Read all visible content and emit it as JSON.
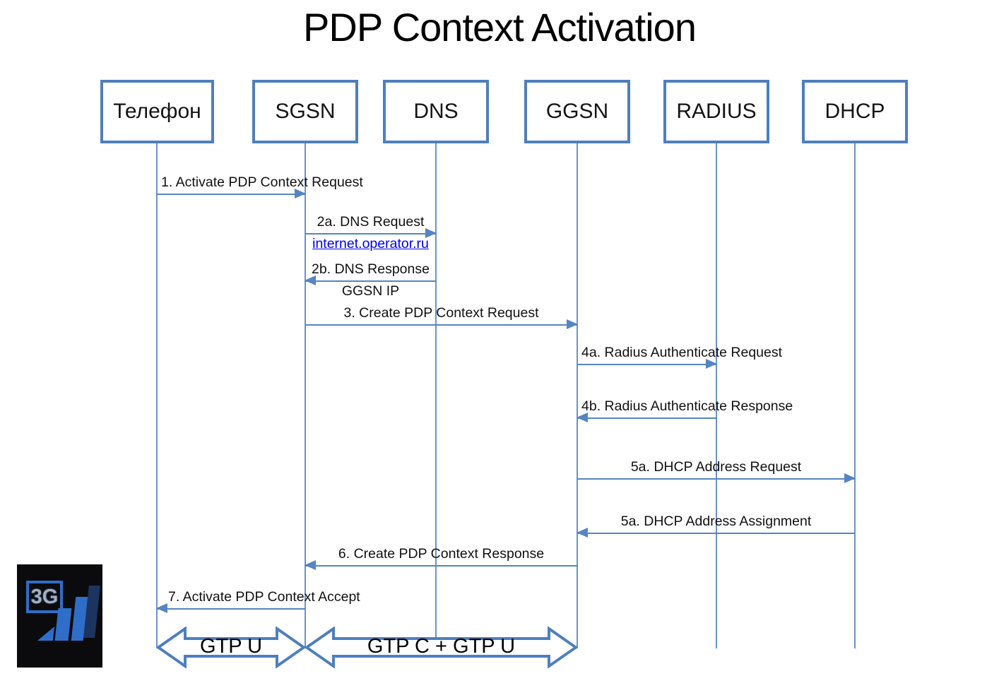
{
  "title": "PDP Context Activation",
  "actors": [
    {
      "label": "Телефон"
    },
    {
      "label": "SGSN"
    },
    {
      "label": "DNS"
    },
    {
      "label": "GGSN"
    },
    {
      "label": "RADIUS"
    },
    {
      "label": "DHCP"
    }
  ],
  "messages": [
    {
      "label": "1. Activate PDP Context Request",
      "from": "Телефон",
      "to": "SGSN"
    },
    {
      "label": "2a. DNS Request",
      "sublabel": "internet.operator.ru",
      "from": "SGSN",
      "to": "DNS"
    },
    {
      "label": "2b. DNS Response",
      "sublabel": "GGSN IP",
      "from": "DNS",
      "to": "SGSN"
    },
    {
      "label": "3. Create PDP Context Request",
      "from": "SGSN",
      "to": "GGSN"
    },
    {
      "label": "4a. Radius Authenticate Request",
      "from": "GGSN",
      "to": "RADIUS"
    },
    {
      "label": "4b. Radius Authenticate Response",
      "from": "RADIUS",
      "to": "GGSN"
    },
    {
      "label": "5a. DHCP Address Request",
      "from": "GGSN",
      "to": "DHCP"
    },
    {
      "label": "5a. DHCP Address Assignment",
      "from": "DHCP",
      "to": "GGSN"
    },
    {
      "label": "6. Create PDP Context Response",
      "from": "GGSN",
      "to": "SGSN"
    },
    {
      "label": "7. Activate PDP Context Accept",
      "from": "SGSN",
      "to": "Телефон"
    }
  ],
  "protocol_bands": [
    {
      "label": "GTP U",
      "span": "Телефон–SGSN"
    },
    {
      "label": "GTP C + GTP U",
      "span": "SGSN–GGSN"
    }
  ],
  "logo": {
    "badge": "3G"
  },
  "colors": {
    "box_border_blue": "#4e7fbe",
    "arrow_blue": "#5585c2",
    "lifeline_blue": "#6b93c9",
    "link_blue": "#0000ee",
    "logo_bright_blue": "#2e6ec8",
    "logo_dark_blue": "#1c3560"
  }
}
